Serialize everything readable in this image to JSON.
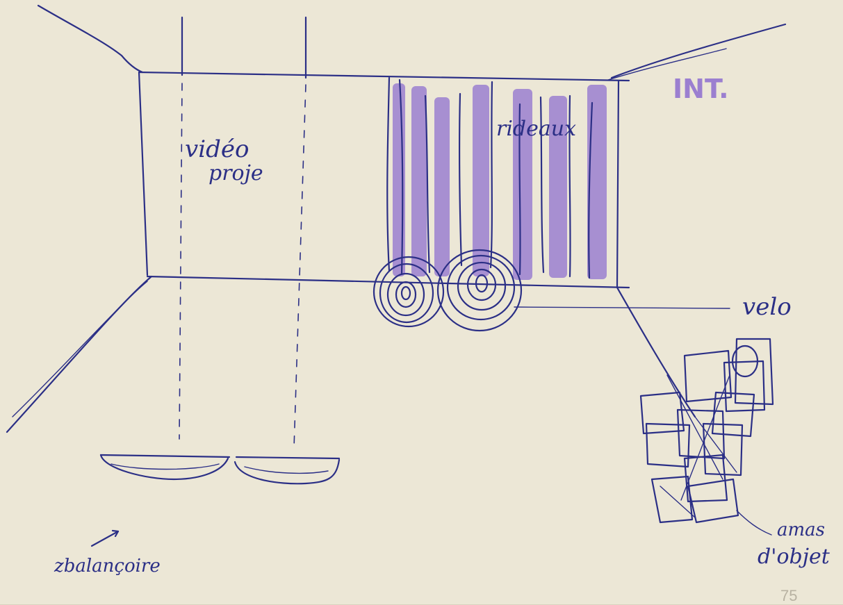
{
  "labels": {
    "int": "INT.",
    "video_line1": "vidéo",
    "video_line2": "proje",
    "rideaux": "rideaux",
    "velo": "velo",
    "zbalancoire": "zbalançoire",
    "amas_line1": "amas",
    "amas_line2": "d'objet",
    "page_number": "75"
  },
  "colors": {
    "paper": "#ece7d6",
    "ink": "#2b2f86",
    "marker": "#9b7fd0"
  }
}
